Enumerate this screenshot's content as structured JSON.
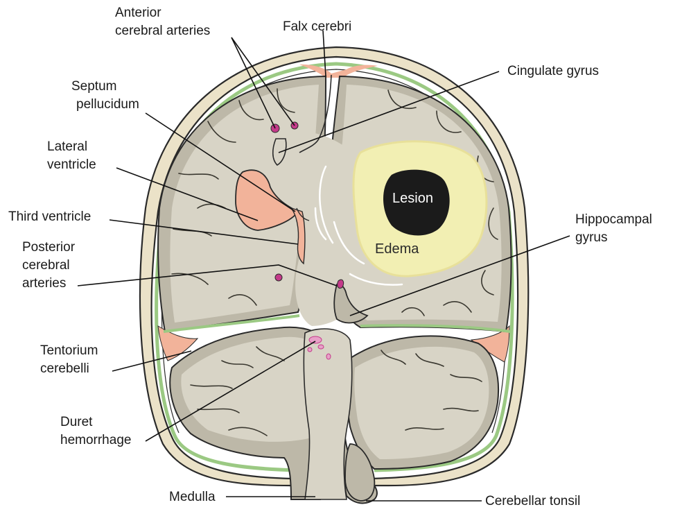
{
  "labels": {
    "anterior_cerebral_arteries": [
      "Anterior",
      "cerebral arteries"
    ],
    "falx_cerebri": "Falx cerebri",
    "cingulate_gyrus": "Cingulate gyrus",
    "septum_pellucidum": [
      "Septum",
      "pellucidum"
    ],
    "lateral_ventricle": [
      "Lateral",
      "ventricle"
    ],
    "third_ventricle": "Third ventricle",
    "posterior_cerebral_arteries": [
      "Posterior",
      "cerebral",
      "arteries"
    ],
    "hippocampal_gyrus": [
      "Hippocampal",
      "gyrus"
    ],
    "tentorium_cerebelli": [
      "Tentorium",
      "cerebelli"
    ],
    "duret_hemorrhage": [
      "Duret",
      "hemorrhage"
    ],
    "medulla": "Medulla",
    "cerebellar_tonsil": "Cerebellar tonsil",
    "lesion": "Lesion",
    "edema": "Edema"
  },
  "colors": {
    "skull": "#ebe2c8",
    "dura": "#9bc983",
    "brain": "#d8d4c6",
    "gray_matter": "#bdb8a8",
    "csf_space": "#f2b39a",
    "edema": "#f2efb3",
    "lesion": "#1b1b1b",
    "artery": "#c43a8a"
  }
}
